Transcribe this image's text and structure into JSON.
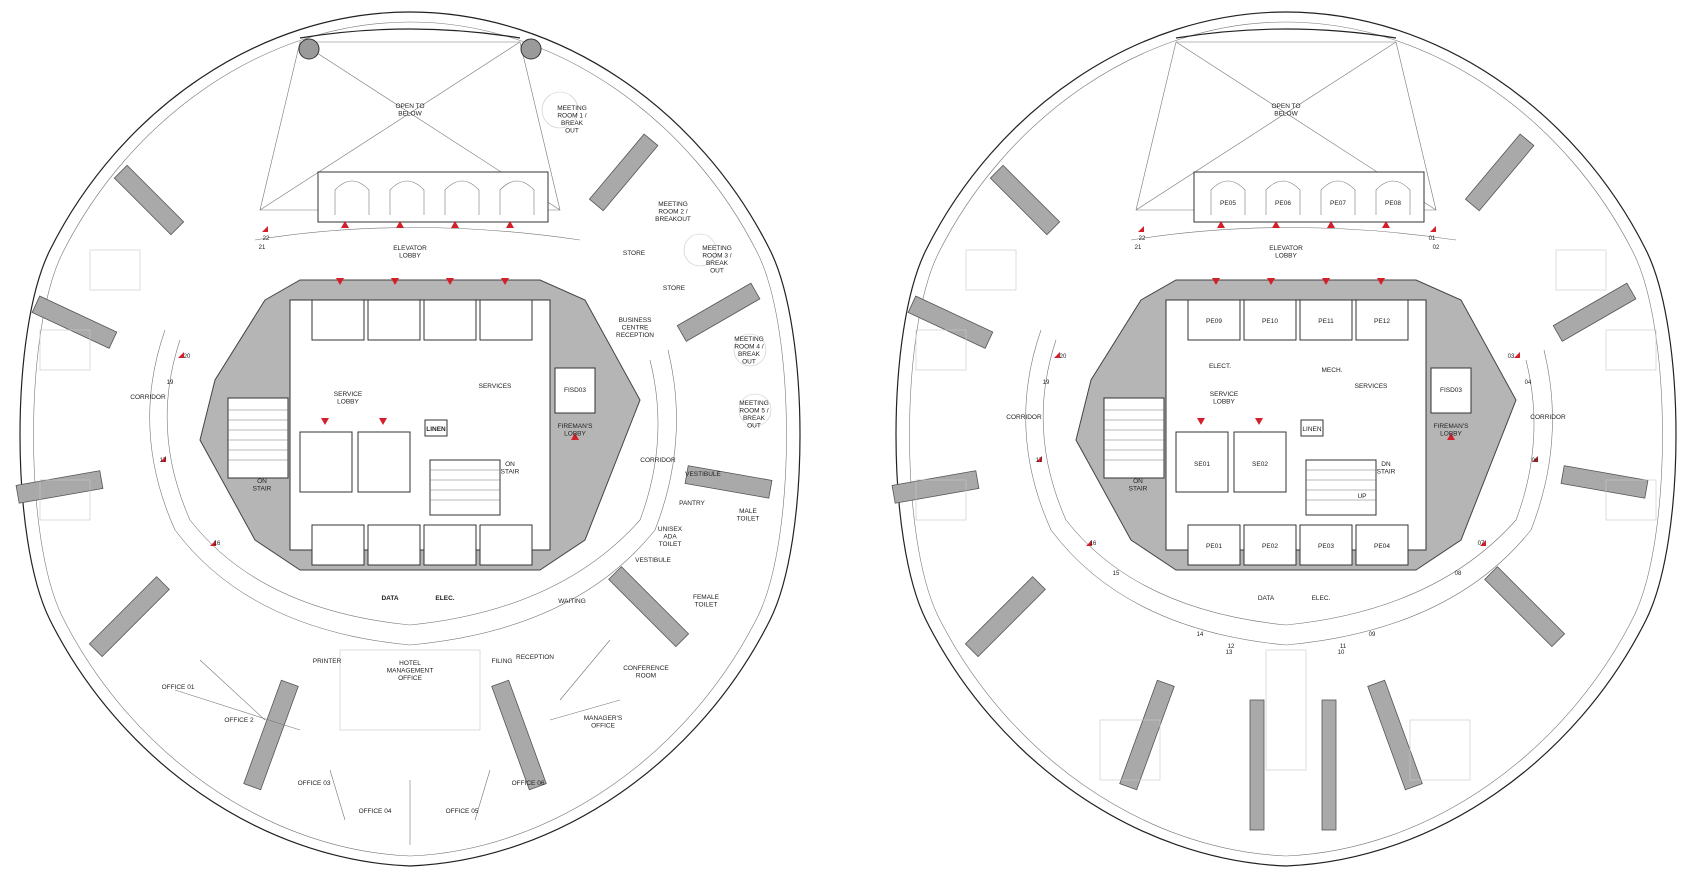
{
  "plans": [
    {
      "id": "left",
      "cx": 0,
      "labels": {
        "open_to_below": [
          "OPEN TO",
          "BELOW"
        ],
        "elevator_lobby": [
          "ELEVATOR",
          "LOBBY"
        ],
        "service_lobby": [
          "SERVICE",
          "LOBBY"
        ],
        "services": "SERVICES",
        "linen": "LINEN",
        "fireman_lobby": [
          "FIREMAN'S",
          "LOBBY"
        ],
        "fisd": "FISD03",
        "stair_left": [
          "ON",
          "STAIR"
        ],
        "stair_right": [
          "ON",
          "STAIR"
        ],
        "corridor_left": "CORRIDOR",
        "corridor_right": "CORRIDOR",
        "data": "DATA",
        "elec": "ELEC.",
        "business_centre": [
          "BUSINESS",
          "CENTRE",
          "RECEPTION"
        ],
        "meeting1": [
          "MEETING",
          "ROOM 1 /",
          "BREAK",
          "OUT"
        ],
        "meeting2": [
          "MEETING",
          "ROOM 2 /",
          "BREAKOUT"
        ],
        "meeting3": [
          "MEETING",
          "ROOM 3 /",
          "BREAK",
          "OUT"
        ],
        "meeting4": [
          "MEETING",
          "ROOM 4 /",
          "BREAK",
          "OUT"
        ],
        "meeting5": [
          "MEETING",
          "ROOM 5 /",
          "BREAK",
          "OUT"
        ],
        "store1": "STORE",
        "store2": "STORE",
        "vestibule1": "VESTIBULE",
        "vestibule2": "VESTIBULE",
        "pantry": "PANTRY",
        "male_toilet": [
          "MALE",
          "TOILET"
        ],
        "unisex_toilet": [
          "UNISEX",
          "ADA",
          "TOILET"
        ],
        "female_toilet": [
          "FEMALE",
          "TOILET"
        ],
        "waiting": "WAITING",
        "reception": "RECEPTION",
        "filing": "FILING",
        "printer": "PRINTER",
        "hotel_office": [
          "HOTEL",
          "MANAGEMENT",
          "OFFICE"
        ],
        "conference": [
          "CONFERENCE",
          "ROOM"
        ],
        "managers": [
          "MANAGER'S",
          "OFFICE"
        ],
        "office01": "OFFICE 01",
        "office2": "OFFICE 2",
        "office03": "OFFICE 03",
        "office04": "OFFICE 04",
        "office05": "OFFICE 05",
        "office06": "OFFICE 06"
      },
      "numbers": [
        "22",
        "21",
        "20",
        "19",
        "17",
        "16"
      ]
    },
    {
      "id": "right",
      "cx": 0,
      "labels": {
        "open_to_below": [
          "OPEN TO",
          "BELOW"
        ],
        "elevator_lobby": [
          "ELEVATOR",
          "LOBBY"
        ],
        "service_lobby": [
          "SERVICE",
          "LOBBY"
        ],
        "services": "SERVICES",
        "elect": "ELECT.",
        "mech": "MECH.",
        "linen": "LINEN",
        "fireman_lobby": [
          "FIREMAN'S",
          "LOBBY"
        ],
        "fisd": "FISD03",
        "stair_left": [
          "ON",
          "STAIR"
        ],
        "stair_right": [
          "DN",
          "STAIR"
        ],
        "up": "UP",
        "corridor_left": "CORRIDOR",
        "corridor_right": "CORRIDOR",
        "data": "DATA",
        "elec": "ELEC.",
        "pe_top": [
          "PE05",
          "PE06",
          "PE07",
          "PE08"
        ],
        "pe_mid": [
          "PE09",
          "PE10",
          "PE11",
          "PE12"
        ],
        "pe_bot": [
          "PE01",
          "PE02",
          "PE03",
          "PE04"
        ],
        "se": [
          "SE01",
          "SE02"
        ]
      },
      "numbers_left": [
        "22",
        "21",
        "20",
        "19",
        "17",
        "16",
        "15",
        "14",
        "13",
        "12"
      ],
      "numbers_right": [
        "01",
        "02",
        "03",
        "04",
        "06",
        "07",
        "08",
        "09",
        "10",
        "11"
      ]
    }
  ]
}
